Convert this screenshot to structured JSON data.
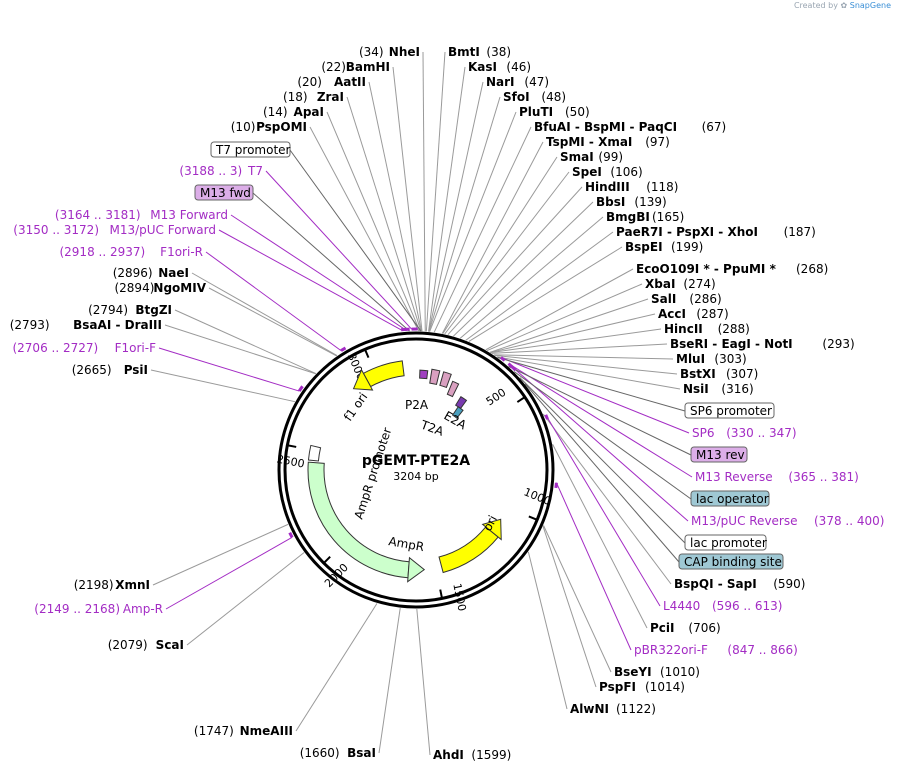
{
  "credit": {
    "prefix": "Created by",
    "brand": "SnapGene"
  },
  "plasmid": {
    "name": "pGEMT-PTE2A",
    "length_label": "3204 bp",
    "length": 3204
  },
  "ticks": [
    "500",
    "1000",
    "1500",
    "2000",
    "2500",
    "3000"
  ],
  "enzymes": [
    {
      "pos": "(34)",
      "name": "NheI",
      "side": "L"
    },
    {
      "pos": "(22)",
      "name": "BamHI",
      "side": "L"
    },
    {
      "pos": "(20)",
      "name": "AatII",
      "side": "L"
    },
    {
      "pos": "(18)",
      "name": "ZraI",
      "side": "L"
    },
    {
      "pos": "(14)",
      "name": "ApaI",
      "side": "L"
    },
    {
      "pos": "(10)",
      "name": "PspOMI",
      "side": "L"
    },
    {
      "pos": "(2896)",
      "name": "NaeI",
      "side": "L"
    },
    {
      "pos": "(2894)",
      "name": "NgoMIV",
      "side": "L"
    },
    {
      "pos": "(2794)",
      "name": "BtgZI",
      "side": "L"
    },
    {
      "pos": "(2793)",
      "name": "BsaAI - DraIII",
      "side": "L"
    },
    {
      "pos": "(2665)",
      "name": "PsiI",
      "side": "L"
    },
    {
      "pos": "(2198)",
      "name": "XmnI",
      "side": "L"
    },
    {
      "pos": "(2079)",
      "name": "ScaI",
      "side": "L"
    },
    {
      "pos": "(1747)",
      "name": "NmeAIII",
      "side": "L"
    },
    {
      "pos": "(1660)",
      "name": "BsaI",
      "side": "L"
    },
    {
      "name": "BmtI",
      "pos": "(38)",
      "side": "R"
    },
    {
      "name": "KasI",
      "pos": "(46)",
      "side": "R"
    },
    {
      "name": "NarI",
      "pos": "(47)",
      "side": "R"
    },
    {
      "name": "SfoI",
      "pos": "(48)",
      "side": "R"
    },
    {
      "name": "PluTI",
      "pos": "(50)",
      "side": "R"
    },
    {
      "name": "BfuAI - BspMI - PaqCI",
      "pos": "(67)",
      "side": "R"
    },
    {
      "name": "TspMI - XmaI",
      "pos": "(97)",
      "side": "R"
    },
    {
      "name": "SmaI",
      "pos": "(99)",
      "side": "R"
    },
    {
      "name": "SpeI",
      "pos": "(106)",
      "side": "R"
    },
    {
      "name": "HindIII",
      "pos": "(118)",
      "side": "R"
    },
    {
      "name": "BbsI",
      "pos": "(139)",
      "side": "R"
    },
    {
      "name": "BmgBI",
      "pos": "(165)",
      "side": "R"
    },
    {
      "name": "PaeR7I - PspXI - XhoI",
      "pos": "(187)",
      "side": "R"
    },
    {
      "name": "BspEI",
      "pos": "(199)",
      "side": "R"
    },
    {
      "name": "EcoO109I * - PpuMI *",
      "pos": "(268)",
      "side": "R"
    },
    {
      "name": "XbaI",
      "pos": "(274)",
      "side": "R"
    },
    {
      "name": "SalI",
      "pos": "(286)",
      "side": "R"
    },
    {
      "name": "AccI",
      "pos": "(287)",
      "side": "R"
    },
    {
      "name": "HincII",
      "pos": "(288)",
      "side": "R"
    },
    {
      "name": "BseRI - EagI - NotI",
      "pos": "(293)",
      "side": "R"
    },
    {
      "name": "MluI",
      "pos": "(303)",
      "side": "R"
    },
    {
      "name": "BstXI",
      "pos": "(307)",
      "side": "R"
    },
    {
      "name": "NsiI",
      "pos": "(316)",
      "side": "R"
    },
    {
      "name": "BspQI - SapI",
      "pos": "(590)",
      "side": "R"
    },
    {
      "name": "PciI",
      "pos": "(706)",
      "side": "R"
    },
    {
      "name": "BseYI",
      "pos": "(1010)",
      "side": "R"
    },
    {
      "name": "PspFI",
      "pos": "(1014)",
      "side": "R"
    },
    {
      "name": "AlwNI",
      "pos": "(1122)",
      "side": "R"
    },
    {
      "name": "AhdI",
      "pos": "(1599)",
      "side": "R"
    }
  ],
  "primers_left": [
    {
      "range": "(3188 .. 3)",
      "name": "T7"
    },
    {
      "range": "(3164 .. 3181)",
      "name": "M13 Forward"
    },
    {
      "range": "(3150 .. 3172)",
      "name": "M13/pUC Forward"
    },
    {
      "range": "(2918 .. 2937)",
      "name": "F1ori-R"
    },
    {
      "range": "(2706 .. 2727)",
      "name": "F1ori-F"
    },
    {
      "range": "(2149 .. 2168)",
      "name": "Amp-R"
    }
  ],
  "primers_right": [
    {
      "name": "SP6",
      "range": "(330 .. 347)"
    },
    {
      "name": "M13 Reverse",
      "range": "(365 .. 381)"
    },
    {
      "name": "M13/pUC Reverse",
      "range": "(378 .. 400)"
    },
    {
      "name": "L4440",
      "range": "(596 .. 613)"
    },
    {
      "name": "pBR322ori-F",
      "range": "(847 .. 866)"
    }
  ],
  "feature_boxes": {
    "t7_promoter": "T7 promoter",
    "m13_fwd": "M13 fwd",
    "sp6_promoter": "SP6 promoter",
    "m13_rev": "M13 rev",
    "lac_operator": "lac operator",
    "lac_promoter": "lac promoter",
    "cap_site": "CAP binding site"
  },
  "map_features": {
    "p2a": "P2A",
    "t2a": "T2A",
    "e2a": "E2A",
    "f1_ori": "f1 ori",
    "ampr_promoter": "AmpR promoter",
    "ampr": "AmpR",
    "ori": "ori"
  },
  "colors": {
    "primer": "#a32cc4",
    "yellow": "#ffff00",
    "green": "#ccffcc",
    "pink": "#d9a0c0",
    "box_purple": "#dcaee8",
    "box_blue": "#9fc8d4",
    "box_white": "#ffffff"
  }
}
